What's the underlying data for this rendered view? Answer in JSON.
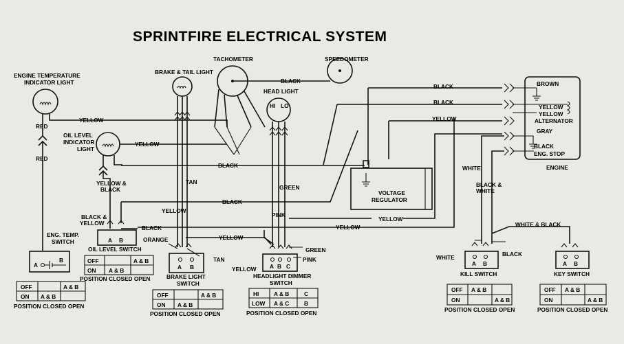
{
  "title": "SPRINTFIRE  ELECTRICAL  SYSTEM",
  "components": {
    "engine_temp_light": [
      "ENGINE TEMPERATURE",
      "INDICATOR LIGHT"
    ],
    "oil_level_light": [
      "OIL LEVEL",
      "INDICATOR",
      "LIGHT"
    ],
    "brake_tail_light": "BRAKE & TAIL LIGHT",
    "tachometer": "TACHOMETER",
    "speedometer": "SPEEDOMETER",
    "head_light": "HEAD LIGHT",
    "head_light_hi": "HI",
    "head_light_lo": "LO",
    "voltage_regulator": [
      "VOLTAGE",
      "REGULATOR"
    ],
    "engine": "ENGINE",
    "alternator": "ALTERNATOR",
    "eng_stop": "ENG. STOP",
    "eng_temp_switch": [
      "ENG. TEMP.",
      "SWITCH"
    ],
    "oil_level_switch": "OIL LEVEL SWITCH",
    "brake_light_switch": [
      "BRAKE  LIGHT",
      "SWITCH"
    ],
    "headlight_dimmer_switch": [
      "HEADLIGHT DIMMER",
      "SWITCH"
    ],
    "kill_switch": "KILL SWITCH",
    "key_switch": "KEY SWITCH"
  },
  "terminals": {
    "a": "A",
    "b": "B",
    "c": "C"
  },
  "wires": {
    "yellow": "YELLOW",
    "black": "BLACK",
    "red": "RED",
    "tan": "TAN",
    "green": "GREEN",
    "pink": "PINK",
    "orange": "ORANGE",
    "white": "WHITE",
    "brown": "BROWN",
    "gray": "GRAY",
    "yellow_and_black": [
      "YELLOW &",
      "BLACK"
    ],
    "black_and_yellow": [
      "BLACK &",
      "YELLOW"
    ],
    "black_and_white": [
      "BLACK &",
      "WHITE"
    ],
    "white_and_black": "WHITE & BLACK"
  },
  "tables": {
    "eng_temp": {
      "rows": [
        [
          "OFF",
          "",
          "A & B"
        ],
        [
          "ON",
          "A & B",
          ""
        ]
      ],
      "footer": "POSITION  CLOSED  OPEN"
    },
    "oil_level": {
      "rows": [
        [
          "OFF",
          "",
          "A & B"
        ],
        [
          "ON",
          "A & B",
          ""
        ]
      ],
      "footer": "POSITION  CLOSED  OPEN"
    },
    "brake_light": {
      "rows": [
        [
          "OFF",
          "",
          "A & B"
        ],
        [
          "ON",
          "A & B",
          ""
        ]
      ],
      "footer": "POSITION  CLOSED  OPEN"
    },
    "dimmer": {
      "rows": [
        [
          "HI",
          "A & B",
          "C"
        ],
        [
          "LOW",
          "A & C",
          "B"
        ]
      ],
      "footer": "POSITION  CLOSED  OPEN"
    },
    "kill": {
      "rows": [
        [
          "OFF",
          "A & B",
          ""
        ],
        [
          "ON",
          "",
          "A & B"
        ]
      ],
      "footer": "POSITION  CLOSED  OPEN"
    },
    "key": {
      "rows": [
        [
          "OFF",
          "A & B",
          ""
        ],
        [
          "ON",
          "",
          "A & B"
        ]
      ],
      "footer": "POSITION  CLOSED  OPEN"
    }
  }
}
